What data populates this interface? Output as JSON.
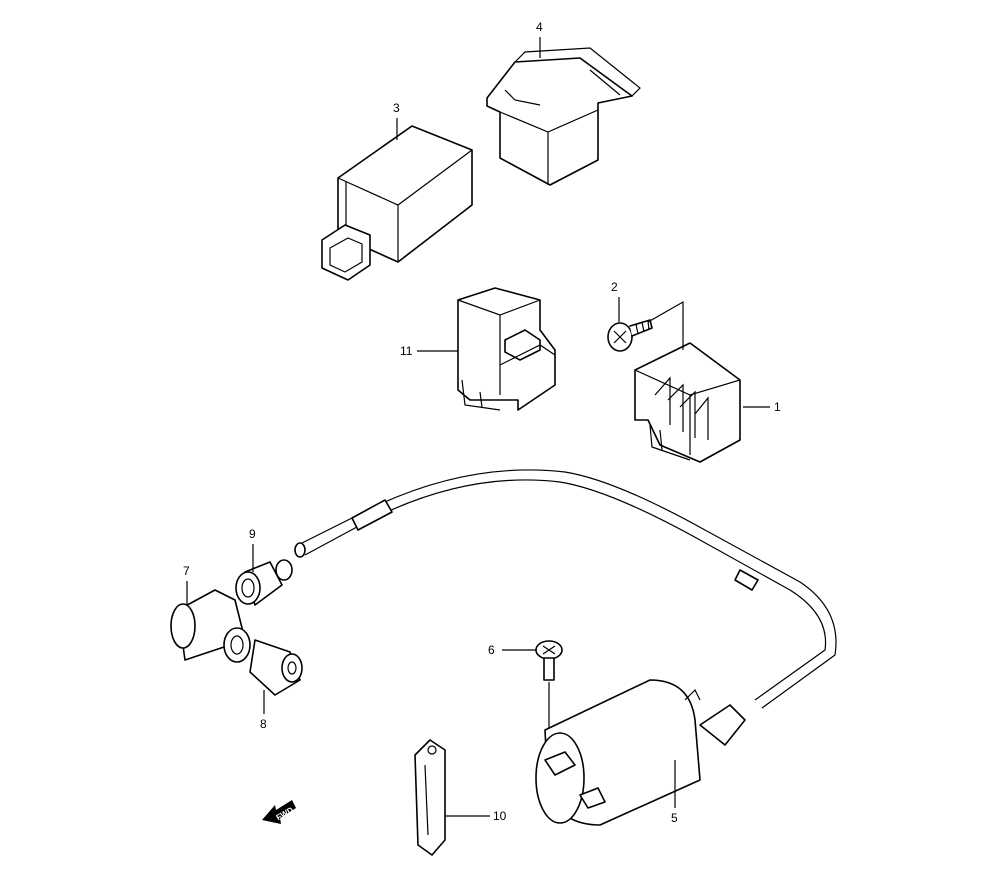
{
  "diagram": {
    "callouts": [
      {
        "number": "1",
        "part": "regulator"
      },
      {
        "number": "2",
        "part": "screw"
      },
      {
        "number": "3",
        "part": "cdi-unit"
      },
      {
        "number": "4",
        "part": "cover"
      },
      {
        "number": "5",
        "part": "ignition-coil"
      },
      {
        "number": "6",
        "part": "screw"
      },
      {
        "number": "7",
        "part": "plug-cap"
      },
      {
        "number": "8",
        "part": "cap-cover"
      },
      {
        "number": "9",
        "part": "seal"
      },
      {
        "number": "10",
        "part": "clamp"
      },
      {
        "number": "11",
        "part": "relay"
      }
    ],
    "direction_label": "FWD"
  }
}
